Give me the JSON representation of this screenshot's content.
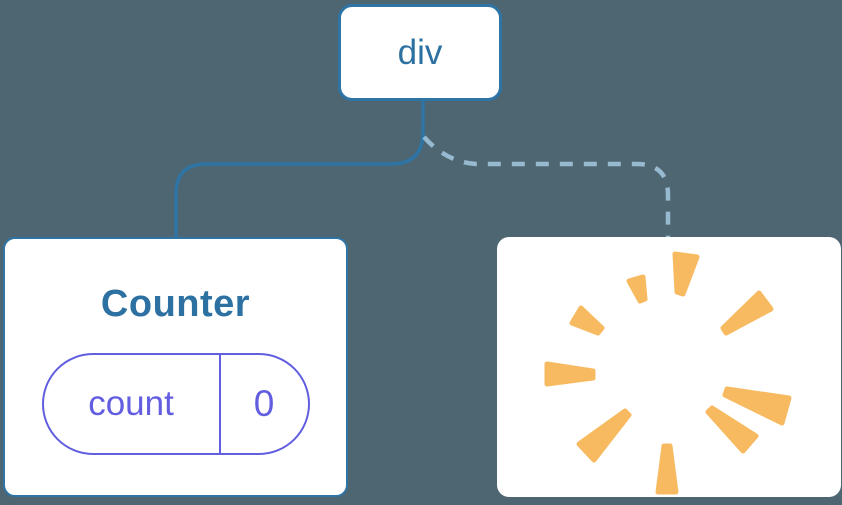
{
  "diagram": {
    "name": "component-tree-state-reset",
    "root_node": {
      "label": "div"
    },
    "counter_card": {
      "title": "Counter",
      "state_pill": {
        "key": "count",
        "value": "0"
      }
    },
    "removed_card": {
      "icon": "poof-icon"
    },
    "connectors": [
      {
        "type": "solid",
        "from": "div",
        "to": "Counter"
      },
      {
        "type": "dashed",
        "from": "div",
        "to": "removed-slot"
      }
    ]
  },
  "theme": {
    "colors": {
      "bg": "#4D6672",
      "card": "#FFFFFF",
      "blue": "#2E74A4",
      "blue-text": "#2C71A1",
      "dashed": "#97BAD1",
      "purple": "#625EDF",
      "orange": "#F8BA61"
    }
  }
}
